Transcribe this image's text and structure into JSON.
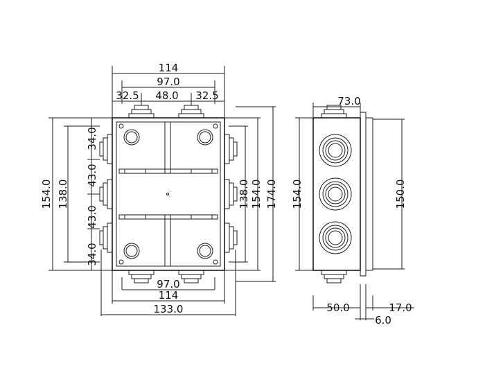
{
  "front_view": {
    "top": {
      "overall": "114",
      "inner": "97.0",
      "left_offset": "32.5",
      "center": "48.0",
      "right_offset": "32.5"
    },
    "bottom": {
      "inner": "97.0",
      "overall": "114",
      "with_glands": "133.0"
    },
    "left": {
      "outer": "154.0",
      "inner": "138.0",
      "seg_top": "34.0",
      "seg_mid_1": "43.0",
      "seg_mid_2": "43.0",
      "seg_bottom": "34.0"
    },
    "right": {
      "inner": "138.0",
      "outer": "154.0",
      "with_glands": "174.0"
    }
  },
  "side_view": {
    "top_width": "73.0",
    "left_height": "154.0",
    "right_height": "150.0",
    "bottom_left": "50.0",
    "bottom_right": "17.0",
    "bottom_small": "6.0"
  }
}
